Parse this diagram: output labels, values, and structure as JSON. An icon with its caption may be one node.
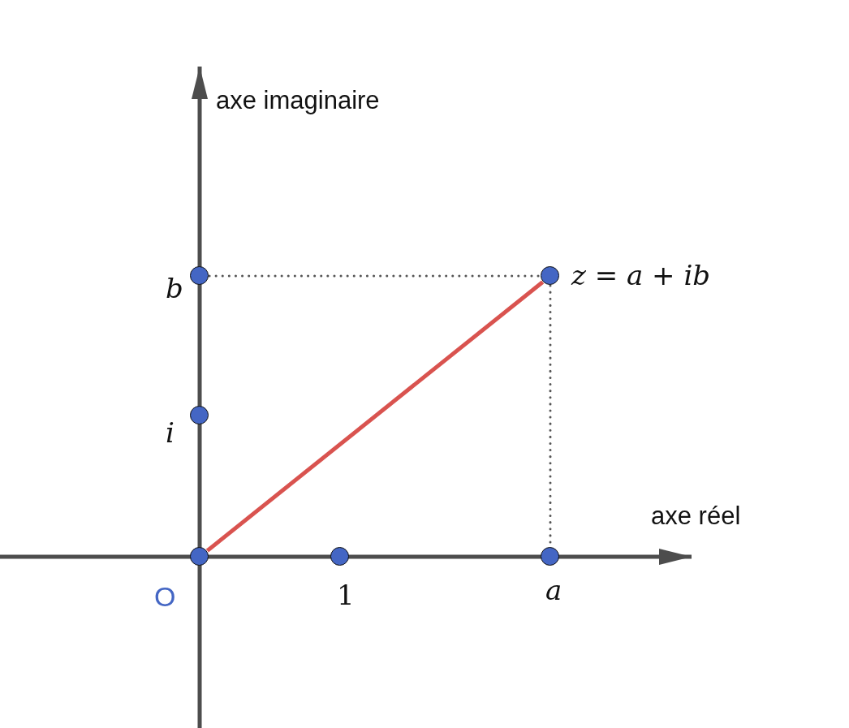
{
  "diagram": {
    "nodes": [
      {
        "text": [],
        "shape": "circle",
        "beside": [
          "b"
        ]
      },
      {
        "text": [],
        "shape": "circle",
        "beside": [
          "z = a + ib"
        ]
      },
      {
        "text": [],
        "shape": "circle",
        "beside": [
          "i"
        ]
      },
      {
        "text": [],
        "shape": "circle",
        "beside": [
          "O"
        ]
      },
      {
        "text": [],
        "shape": "circle",
        "beside": [
          "1"
        ]
      },
      {
        "text": [],
        "shape": "circle",
        "beside": [
          "a"
        ]
      }
    ],
    "edges": [
      {
        "from": 3,
        "to": 1,
        "arrow": "none",
        "color": "#d9534f"
      },
      {
        "from": 0,
        "to": 1,
        "arrow": "none",
        "style": "dashed"
      },
      {
        "from": 1,
        "to": 5,
        "arrow": "none",
        "style": "dashed"
      }
    ],
    "labels": [
      "axe imaginaire",
      "axe réel"
    ]
  }
}
